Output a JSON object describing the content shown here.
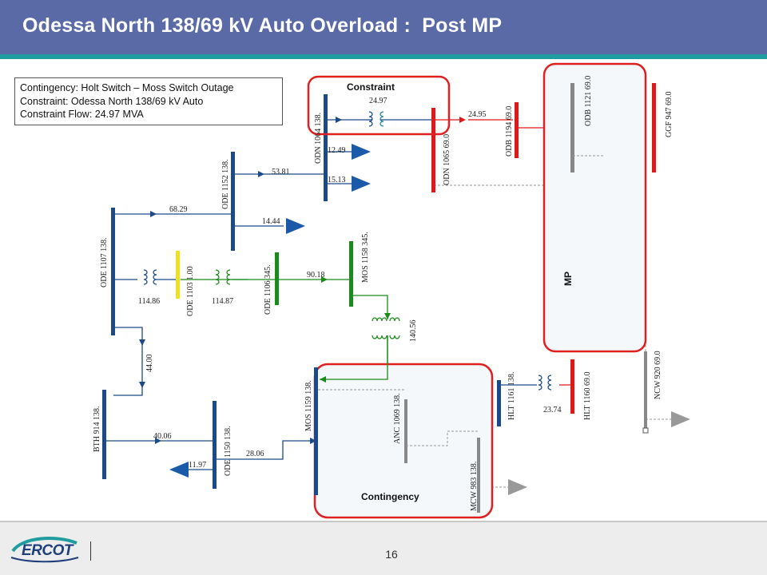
{
  "header": {
    "title": "Odessa North 138/69 kV Auto Overload :  Post MP",
    "bg_color": "#5a6aa6",
    "accent_color": "#1f9ca0"
  },
  "info": {
    "line1": "Contingency: Holt Switch – Moss Switch Outage",
    "line2": "Constraint: Odessa North 138/69 kV Auto",
    "line3": "Constraint Flow: 24.97 MVA"
  },
  "callouts": {
    "constraint": "Constraint",
    "mp": "MP",
    "contingency": "Contingency",
    "color": "#e02020"
  },
  "buses": {
    "odn1064": "ODN 1064  138.",
    "odn1065": "ODN 1065  69.0",
    "odb1194": "ODB 1194  69.0",
    "odb1121": "ODB 1121   69.0",
    "ggf947": "GGF  947   69.0",
    "ode1152": "ODE 1152   138.",
    "ode1107": "ODE 1107   138.",
    "ode1103": "ODE 1103   1.00",
    "ode1106": "ODE 1106   345.",
    "mos1158": "MOS 1158   345.",
    "mos1159": "MOS 1159   138.",
    "anc1069": "ANC 1069   138.",
    "mcw983": "MCW  983   138.",
    "hlt1161": "HLT 1161   138.",
    "hlt1160": "HLT 1160   69.0",
    "ncw920": "NCW  920   69.0",
    "bth914": "BTH  914   138.",
    "ode1150": "ODE 1150   138."
  },
  "flows": {
    "f2497": "24.97",
    "f2495": "24.95",
    "f1249": "12.49",
    "f1513": "15.13",
    "f5381": "53.81",
    "f6829": "68.29",
    "f1444": "14.44",
    "f11486": "114.86",
    "f11487": "114.87",
    "f9018": "90.18",
    "f14056": "140.56",
    "f4400": "44.00",
    "f2374": "23.74",
    "f4006": "40.06",
    "f2806": "28.06",
    "f1197": "11.97"
  },
  "colors": {
    "bus_138": "#1a4a8a",
    "bus_69": "#e01818",
    "bus_345": "#1a8a1a",
    "bus_tert": "#f0e020",
    "bus_out": "#888888",
    "load_arrow": "#1a5aa8",
    "load_arrow_out": "#999999"
  },
  "footer": {
    "logo_text": "ERCOT",
    "page_number": "16"
  }
}
